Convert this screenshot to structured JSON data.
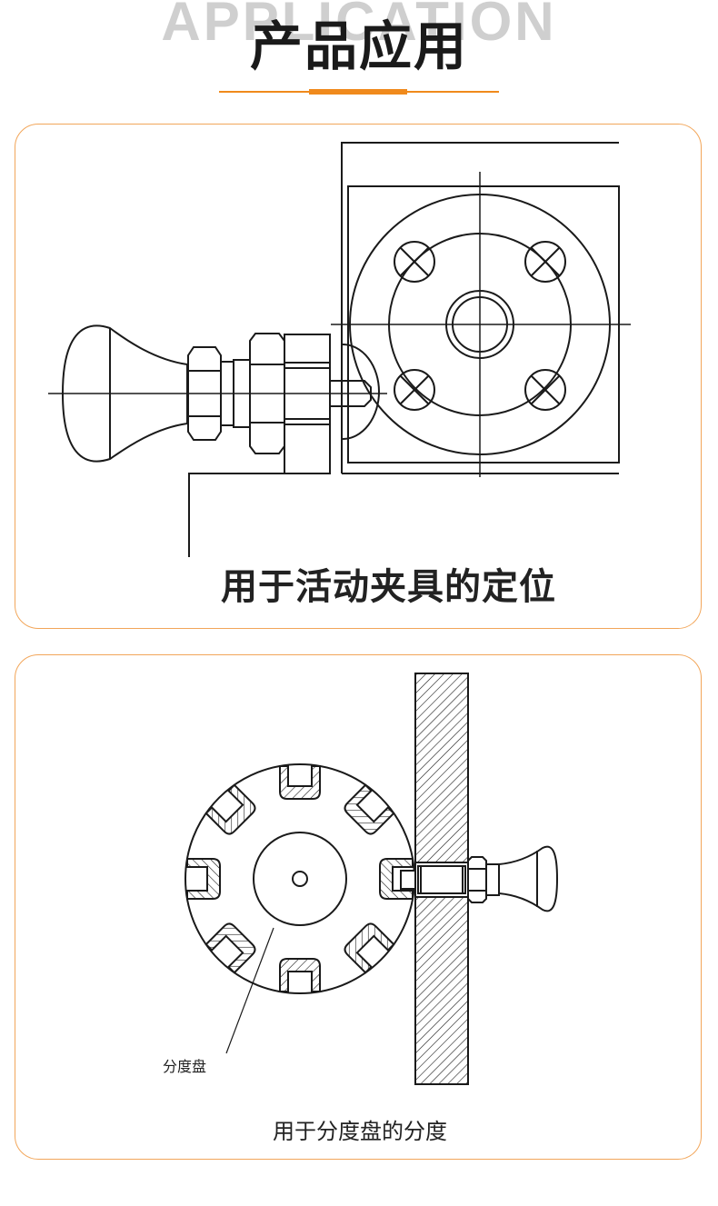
{
  "header": {
    "background_word": "APPLICATION",
    "title": "产品应用",
    "accent_color": "#f08a1c"
  },
  "cards": [
    {
      "caption": "用于活动夹具的定位",
      "illustration": "index-plunger-fixture-drawing"
    },
    {
      "caption": "用于分度盘的分度",
      "label": "分度盘",
      "illustration": "index-plunger-dividing-disc-drawing"
    }
  ],
  "colors": {
    "card_border": "#f2a65a",
    "line": "#1a1a1a"
  }
}
